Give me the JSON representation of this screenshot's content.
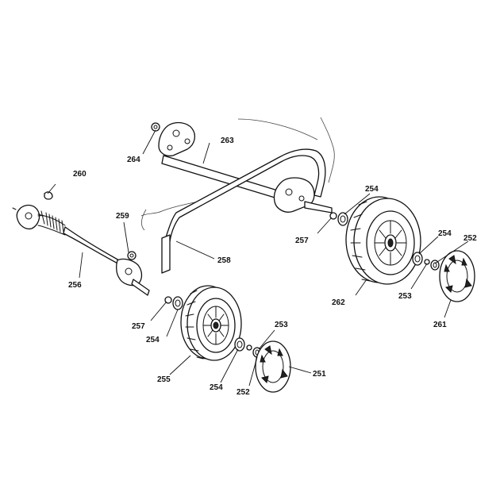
{
  "callouts": {
    "p251": "251",
    "p252a": "252",
    "p252b": "252",
    "p253a": "253",
    "p253b": "253",
    "p254a": "254",
    "p254b": "254",
    "p254c": "254",
    "p254d": "254",
    "p255": "255",
    "p256": "256",
    "p257a": "257",
    "p257b": "257",
    "p258": "258",
    "p259": "259",
    "p260": "260",
    "p261": "261",
    "p262": "262",
    "p263": "263",
    "p264": "264"
  }
}
